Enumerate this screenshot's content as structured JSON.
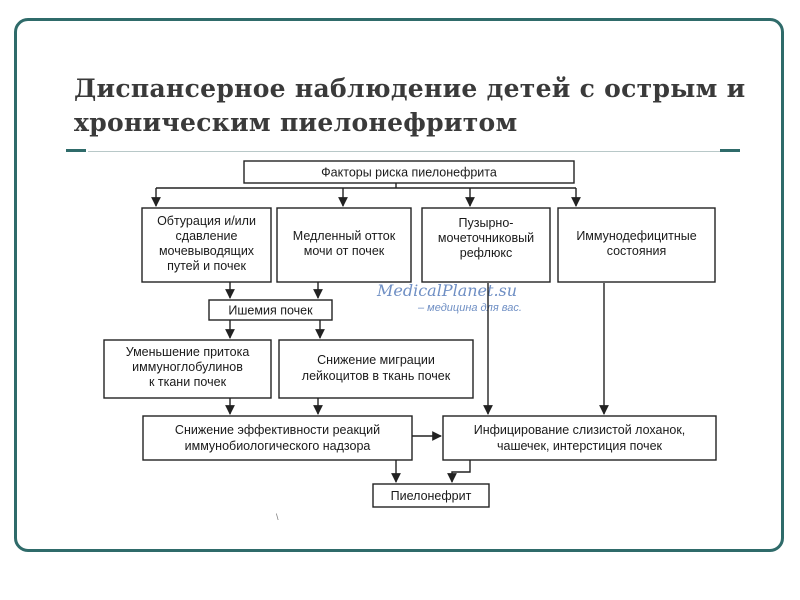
{
  "slide": {
    "title_line1": "Диспансерное наблюдение детей с острым и",
    "title_line2": "хроническим пиелонефритом",
    "accent_color": "#2f6b6a"
  },
  "diagram": {
    "nodes": {
      "risk": [
        "Факторы   риска   пиелонефрита"
      ],
      "obstruction": [
        "Обтурация и/или",
        "сдавление",
        "мочевыводящих",
        "путей и почек"
      ],
      "slow_outflow": [
        "Медленный отток",
        "мочи от почек"
      ],
      "reflux": [
        "Пузырно-",
        "мочеточниковый",
        "рефлюкс"
      ],
      "immunodef": [
        "Иммунодефицитные",
        "состояния"
      ],
      "ischemia": [
        "Ишемия почек"
      ],
      "immunoglobulin": [
        "Уменьшение притока",
        "иммуноглобулинов",
        "к ткани почек"
      ],
      "leukocyte": [
        "Снижение миграции",
        "лейкоцитов в ткань почек"
      ],
      "efficiency": [
        "Снижение эффективности реакций",
        "иммунобиологического надзора"
      ],
      "infection": [
        "Инфицирование слизистой лоханок,",
        "чашечек, интерстиция почек"
      ],
      "pyelonephritis": [
        "Пиелонефрит"
      ]
    },
    "watermark": {
      "line1": "MedicalPlanet.su",
      "line2": "– медицина для вас."
    },
    "mark": "\\"
  }
}
